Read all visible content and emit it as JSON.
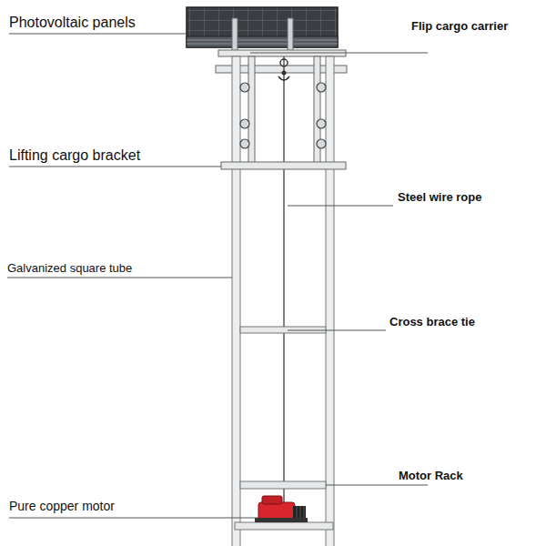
{
  "diagram": {
    "labels": [
      "Photovoltaic panels",
      "Flip cargo carrier",
      "Lifting cargo bracket",
      "Steel wire rope",
      "Galvanized square tube",
      "Cross brace tie",
      "Motor Rack",
      "Pure copper motor"
    ]
  }
}
